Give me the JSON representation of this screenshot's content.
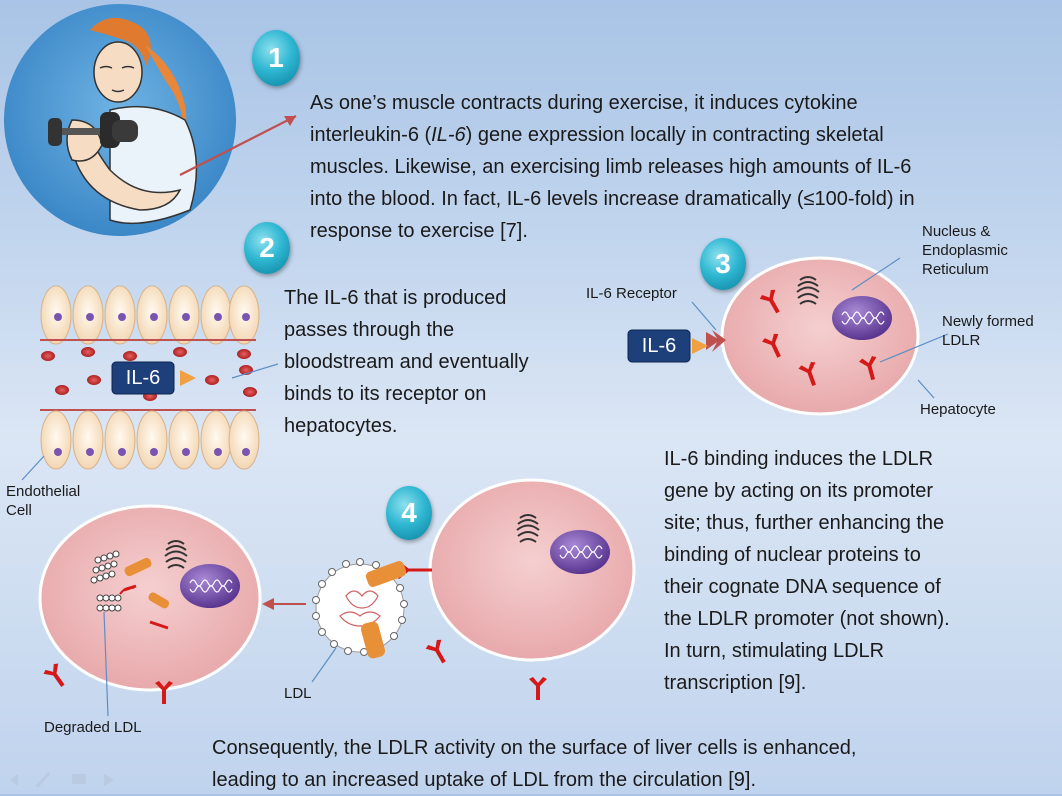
{
  "step1": {
    "number": "1",
    "text": "As one’s muscle contracts during exercise, it induces cytokine interleukin-6 (IL-6)  gene expression locally in contracting skeletal muscles. Likewise, an exercising limb releases high amounts of IL-6 into the blood. In fact, IL-6 levels increase dramatically (≤100-fold) in response to exercise [7].",
    "lines": [
      "As one’s muscle contracts during exercise, it induces cytokine",
      "interleukin-6 (",
      "IL-6",
      ")  gene expression locally in contracting skeletal",
      "muscles. Likewise, an exercising limb releases high amounts of IL-6",
      "into the blood. In fact, IL-6 levels increase dramatically (≤100-fold) in",
      "response to exercise [7]."
    ]
  },
  "step2": {
    "number": "2",
    "lines": [
      "The IL-6 that is produced",
      "passes through the",
      "bloodstream and eventually",
      "binds to its receptor on",
      "hepatocytes."
    ],
    "il6_tag": "IL-6",
    "endothelial_label": [
      "Endothelial",
      "Cell"
    ]
  },
  "step3": {
    "number": "3",
    "il6_receptor_label": "IL-6 Receptor",
    "il6_tag": "IL-6",
    "nucleus_label": [
      "Nucleus &",
      "Endoplasmic",
      "Reticulum"
    ],
    "ldlr_label": [
      "Newly formed",
      "LDLR"
    ],
    "hepatocyte_label": "Hepatocyte",
    "lines": [
      "IL-6 binding induces the LDLR",
      "gene by acting on its promoter",
      "site; thus, further enhancing the",
      "binding of nuclear proteins to",
      "their cognate DNA sequence of",
      "the LDLR promoter (not shown).",
      "In turn, stimulating LDLR",
      "transcription [9]."
    ]
  },
  "step4": {
    "number": "4",
    "ldl_label": "LDL",
    "degraded_label": "Degraded LDL"
  },
  "conclusion": {
    "lines": [
      "Consequently, the LDLR activity on the surface of liver cells is enhanced,",
      "leading to an increased uptake of LDL from the circulation [9]."
    ]
  },
  "colors": {
    "badge": "#2fb7d2",
    "cell_fill": "#f0c3c4",
    "nucleus": "#7a55b0",
    "receptor": "#d51818",
    "il6_tag": "#1d3f7a",
    "arrow": "#c0504d"
  }
}
